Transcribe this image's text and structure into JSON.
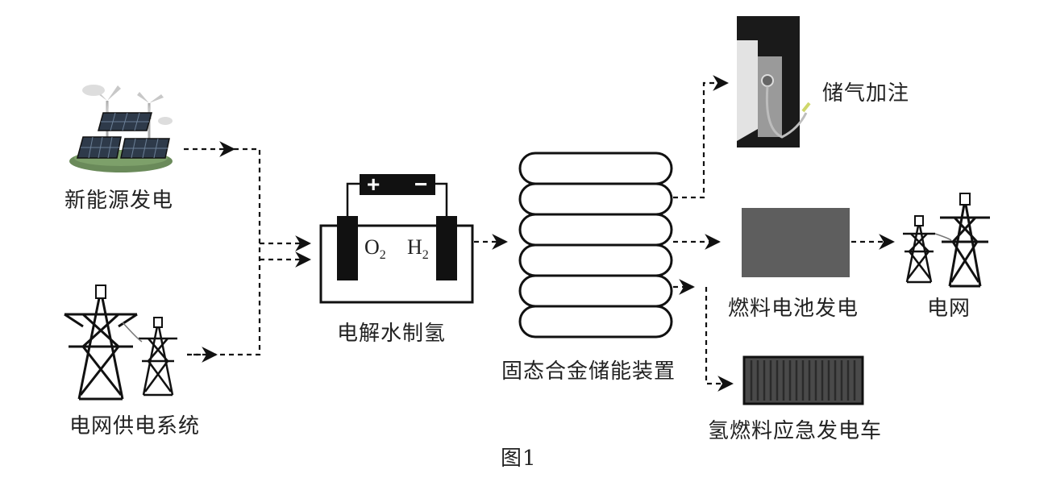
{
  "labels": {
    "renewable": "新能源发电",
    "grid_supply": "电网供电系统",
    "electrolysis": "电解水制氢",
    "storage": "固态合金储能装置",
    "refuel": "储气加注",
    "fuel_cell": "燃料电池发电",
    "grid": "电网",
    "emergency_vehicle": "氢燃料应急发电车",
    "figure_caption": "图1"
  },
  "electrolyzer": {
    "anode_symbol": "O",
    "anode_sub": "2",
    "cathode_symbol": "H",
    "cathode_sub": "2",
    "battery_plus": "+",
    "battery_minus": "−"
  }
}
